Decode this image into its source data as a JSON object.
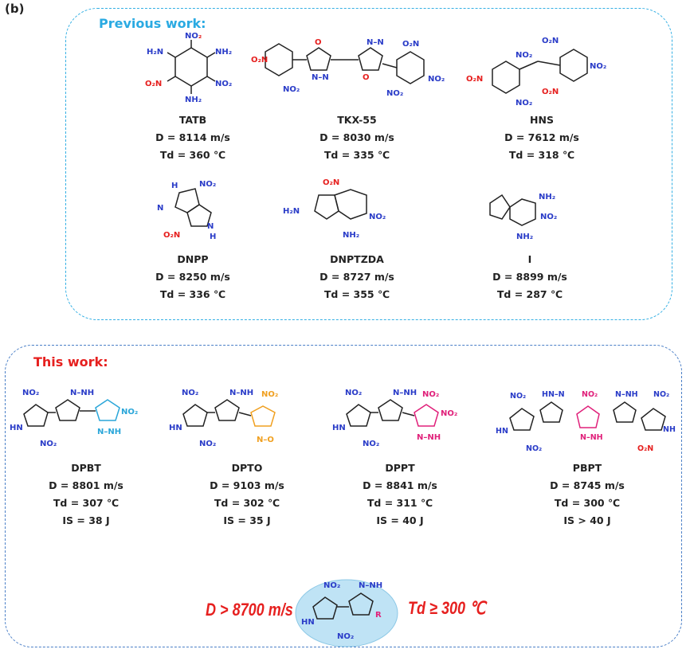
{
  "panel_label": "(b)",
  "previous": {
    "title": "Previous work:",
    "items": [
      {
        "name": "TATB",
        "lines": [
          "D = 8114 m/s",
          "Td = 360 ℃"
        ]
      },
      {
        "name": "TKX-55",
        "lines": [
          "D = 8030 m/s",
          "Td = 335 ℃"
        ]
      },
      {
        "name": "HNS",
        "lines": [
          "D = 7612 m/s",
          "Td = 318 ℃"
        ]
      },
      {
        "name": "DNPP",
        "lines": [
          "D = 8250 m/s",
          "Td = 336 ℃"
        ]
      },
      {
        "name": "DNPTZDA",
        "lines": [
          "D = 8727 m/s",
          "Td = 355 ℃"
        ]
      },
      {
        "name": "I",
        "lines": [
          "D = 8899 m/s",
          "Td = 287 ℃"
        ]
      }
    ]
  },
  "this_work": {
    "title": "This work:",
    "items": [
      {
        "name": "DPBT",
        "lines": [
          "D = 8801 m/s",
          "Td = 307 ℃",
          "IS = 38 J"
        ]
      },
      {
        "name": "DPTO",
        "lines": [
          "D = 9103 m/s",
          "Td = 302 ℃",
          "IS = 35 J"
        ]
      },
      {
        "name": "DPPT",
        "lines": [
          "D = 8841 m/s",
          "Td = 311 ℃",
          "IS = 40 J"
        ]
      },
      {
        "name": "PBPT",
        "lines": [
          "D = 8745 m/s",
          "Td = 300 ℃",
          "IS > 40 J"
        ]
      }
    ],
    "summary_left": "D > 8700 m/s",
    "summary_right": "Td ≥ 300 ℃"
  },
  "atoms": {
    "no2": "NO2",
    "o2n": "O2N",
    "nh2": "NH2",
    "h2n": "H2N",
    "hn": "HN",
    "nh": "NH",
    "n": "N",
    "h": "H",
    "o": "O",
    "r": "R"
  },
  "colors": {
    "previous_border": "#35b0e4",
    "previous_title": "#2aaae2",
    "this_border": "#4a7fc7",
    "this_title": "#e6201f",
    "nitrogen": "#2a3cc8",
    "oxygen": "#e6201f",
    "dpbt_accent": "#2aa6d9",
    "dpto_accent": "#f0a020",
    "pyrazole_accent": "#e0207a",
    "ellipse_fill": "#bfe3f5"
  }
}
